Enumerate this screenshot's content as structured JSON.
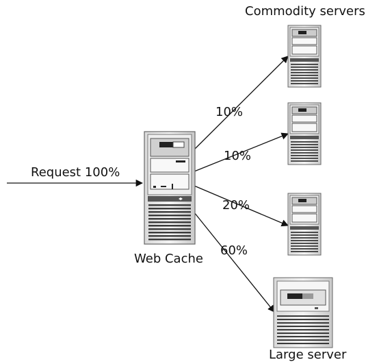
{
  "labels": {
    "request": "Request 100%",
    "web_cache": "Web Cache",
    "commodity_servers": "Commodity servers",
    "large_server": "Large server"
  },
  "routes": [
    {
      "target": "commodity-server-1",
      "percent": "10%"
    },
    {
      "target": "commodity-server-2",
      "percent": "10%"
    },
    {
      "target": "commodity-server-3",
      "percent": "20%"
    },
    {
      "target": "large-server",
      "percent": "60%"
    }
  ],
  "colors": {
    "ink": "#111111",
    "frame": "#9a9a9a",
    "vent": "#3a3a3a"
  }
}
